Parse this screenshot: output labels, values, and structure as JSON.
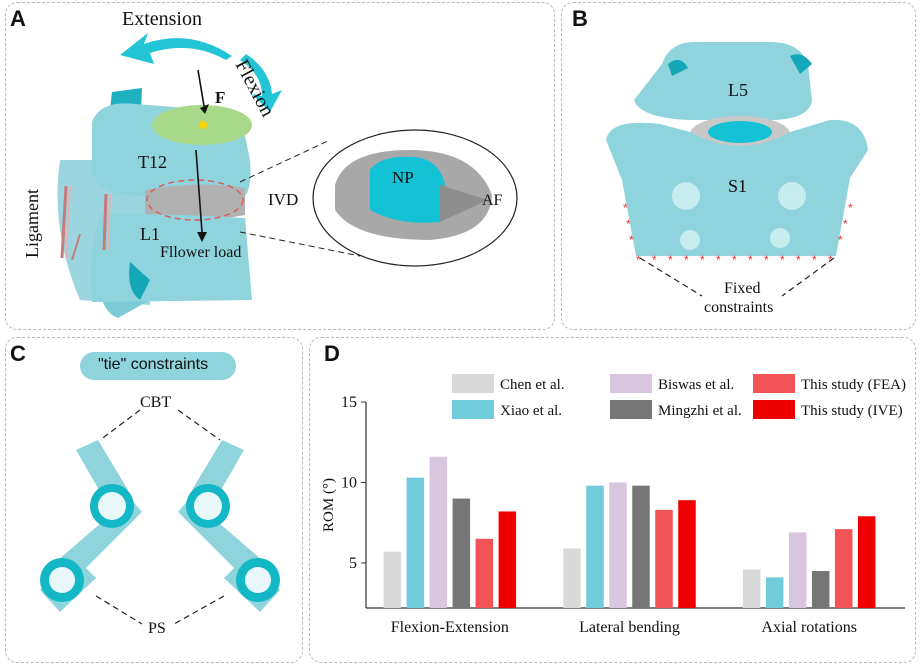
{
  "panels": {
    "a": {
      "letter": "A",
      "extension": "Extension",
      "flexion": "Flexion",
      "force": "F",
      "t12": "T12",
      "l1": "L1",
      "ivd": "IVD",
      "ligament": "Ligament",
      "follower": "Fllower load",
      "np": "NP",
      "af": "AF"
    },
    "b": {
      "letter": "B",
      "l5": "L5",
      "s1": "S1",
      "fixed_line1": "Fixed",
      "fixed_line2": "constraints"
    },
    "c": {
      "letter": "C",
      "tie": "\"tie\" constraints",
      "cbt": "CBT",
      "ps": "PS"
    },
    "d": {
      "letter": "D"
    }
  },
  "colors": {
    "bone": "#8fd3dd",
    "teal_dark": "#14b7c6",
    "disc_gray": "#a9a9a9",
    "facet_green": "#9fd47a",
    "red": "#e8001c"
  },
  "chart_data": {
    "type": "bar",
    "categories": [
      "Flexion-Extension",
      "Lateral bending",
      "Axial rotations"
    ],
    "ylabel": "ROM (°)",
    "ylim": [
      2.2,
      15
    ],
    "yticks": [
      5,
      10,
      15
    ],
    "legend_position": "top",
    "series": [
      {
        "name": "Chen et al.",
        "color": "#d9d9d9",
        "values": [
          5.7,
          5.9,
          4.6
        ]
      },
      {
        "name": "Xiao et al.",
        "color": "#70ccdb",
        "values": [
          10.3,
          9.8,
          4.1
        ]
      },
      {
        "name": "Biswas et al.",
        "color": "#d7c6dd",
        "values": [
          11.6,
          10.0,
          6.9
        ]
      },
      {
        "name": "Mingzhi et al.",
        "color": "#767676",
        "values": [
          9.0,
          9.8,
          4.5
        ]
      },
      {
        "name": "This study (FEA)",
        "color": "#f25357",
        "values": [
          6.5,
          8.3,
          7.1
        ]
      },
      {
        "name": "This study (IVE)",
        "color": "#ee0000",
        "values": [
          8.2,
          8.9,
          7.9
        ]
      }
    ]
  }
}
